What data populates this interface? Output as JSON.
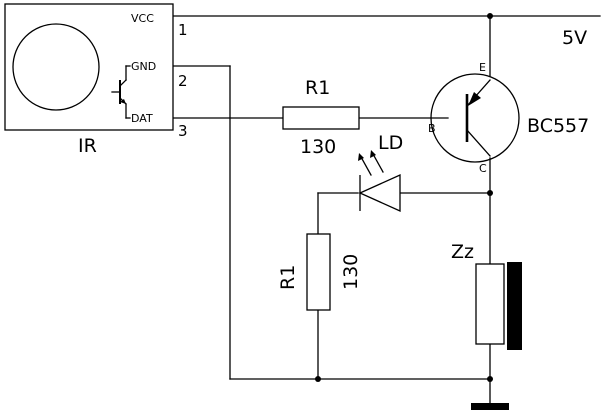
{
  "ir_module": {
    "name": "IR",
    "pins": {
      "vcc": "VCC",
      "gnd": "GND",
      "dat": "DAT"
    },
    "pin_numbers": {
      "vcc": "1",
      "gnd": "2",
      "dat": "3"
    }
  },
  "supply": {
    "label": "5V"
  },
  "base_resistor": {
    "name": "R1",
    "value": "130"
  },
  "led_resistor": {
    "name": "R1",
    "value": "130"
  },
  "transistor": {
    "model": "BC557",
    "emitter": "E",
    "base": "B",
    "collector": "C"
  },
  "led": {
    "name": "LD"
  },
  "buzzer": {
    "name": "Zz"
  }
}
